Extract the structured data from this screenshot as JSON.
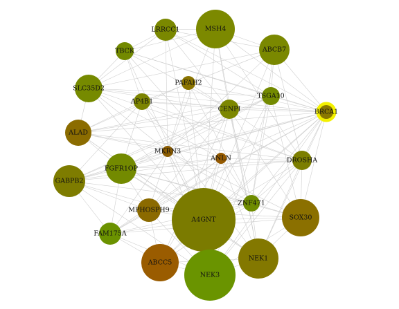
{
  "nodes": [
    {
      "id": "MSH4",
      "label": "MSH4",
      "color": "#7c8900"
    },
    {
      "id": "LRRCC1",
      "label": "LRRCC1",
      "color": "#7a8800"
    },
    {
      "id": "ABCB7",
      "label": "ABCB7",
      "color": "#7a8800"
    },
    {
      "id": "TBCK",
      "label": "TBCK",
      "color": "#738a00"
    },
    {
      "id": "PAFAH2",
      "label": "PAFAH2",
      "color": "#8a7400"
    },
    {
      "id": "SLC35D2",
      "label": "SLC35D2",
      "color": "#768a00"
    },
    {
      "id": "TSGA10",
      "label": "TSGA10",
      "color": "#738a00"
    },
    {
      "id": "AP4B1",
      "label": "AP4B1",
      "color": "#7c8400"
    },
    {
      "id": "CENPI",
      "label": "CENPI",
      "color": "#7c8700"
    },
    {
      "id": "BRCA1",
      "label": "BRCA1",
      "color": "#8a7800",
      "highlight": "#f3f000"
    },
    {
      "id": "ALAD",
      "label": "ALAD",
      "color": "#8b6c00"
    },
    {
      "id": "MKRN3",
      "label": "MKRN3",
      "color": "#8b5c00"
    },
    {
      "id": "ANLN",
      "label": "ANLN",
      "color": "#955a00"
    },
    {
      "id": "DROSHA",
      "label": "DROSHA",
      "color": "#7c7e00"
    },
    {
      "id": "FGFR1OP",
      "label": "FGFR1OP",
      "color": "#738a00"
    },
    {
      "id": "GABPB2",
      "label": "GABPB2",
      "color": "#7e7c00"
    },
    {
      "id": "ZNF471",
      "label": "ZNF471",
      "color": "#6f8c00"
    },
    {
      "id": "MPHOSPH9",
      "label": "MPHOSPH9",
      "color": "#8b6a00"
    },
    {
      "id": "A4GNT",
      "label": "A4GNT",
      "color": "#7b7b00"
    },
    {
      "id": "SOX30",
      "label": "SOX30",
      "color": "#8b7000"
    },
    {
      "id": "FAM175A",
      "label": "FAM175A",
      "color": "#6b9200"
    },
    {
      "id": "NEK1",
      "label": "NEK1",
      "color": "#837800"
    },
    {
      "id": "ABCC5",
      "label": "ABCC5",
      "color": "#9a5c00"
    },
    {
      "id": "NEK3",
      "label": "NEK3",
      "color": "#6a9400"
    }
  ],
  "edges": [
    [
      "BRCA1",
      "MSH4"
    ],
    [
      "BRCA1",
      "ABCB7"
    ],
    [
      "BRCA1",
      "TSGA10"
    ],
    [
      "BRCA1",
      "CENPI"
    ],
    [
      "BRCA1",
      "PAFAH2"
    ],
    [
      "BRCA1",
      "SLC35D2"
    ],
    [
      "BRCA1",
      "AP4B1"
    ],
    [
      "BRCA1",
      "ALAD"
    ],
    [
      "BRCA1",
      "MKRN3"
    ],
    [
      "BRCA1",
      "ANLN"
    ],
    [
      "BRCA1",
      "DROSHA"
    ],
    [
      "BRCA1",
      "FGFR1OP"
    ],
    [
      "BRCA1",
      "GABPB2"
    ],
    [
      "BRCA1",
      "ZNF471"
    ],
    [
      "BRCA1",
      "MPHOSPH9"
    ],
    [
      "BRCA1",
      "A4GNT"
    ],
    [
      "BRCA1",
      "SOX30"
    ],
    [
      "BRCA1",
      "NEK1"
    ],
    [
      "BRCA1",
      "ABCC5"
    ],
    [
      "BRCA1",
      "NEK3"
    ],
    [
      "BRCA1",
      "LRRCC1"
    ],
    [
      "BRCA1",
      "TBCK"
    ],
    [
      "BRCA1",
      "FAM175A"
    ],
    [
      "MSH4",
      "LRRCC1"
    ],
    [
      "MSH4",
      "ABCB7"
    ],
    [
      "MSH4",
      "CENPI"
    ],
    [
      "MSH4",
      "A4GNT"
    ],
    [
      "MSH4",
      "TBCK"
    ],
    [
      "MSH4",
      "SLC35D2"
    ],
    [
      "MSH4",
      "DROSHA"
    ],
    [
      "MSH4",
      "NEK1"
    ],
    [
      "MSH4",
      "MKRN3"
    ],
    [
      "LRRCC1",
      "TBCK"
    ],
    [
      "LRRCC1",
      "SLC35D2"
    ],
    [
      "LRRCC1",
      "CENPI"
    ],
    [
      "LRRCC1",
      "A4GNT"
    ],
    [
      "LRRCC1",
      "ABCB7"
    ],
    [
      "LRRCC1",
      "TSGA10"
    ],
    [
      "LRRCC1",
      "MKRN3"
    ],
    [
      "ABCB7",
      "TSGA10"
    ],
    [
      "ABCB7",
      "AP4B1"
    ],
    [
      "ABCB7",
      "A4GNT"
    ],
    [
      "ABCB7",
      "SLC35D2"
    ],
    [
      "ABCB7",
      "DROSHA"
    ],
    [
      "ABCB7",
      "ZNF471"
    ],
    [
      "ABCB7",
      "MKRN3"
    ],
    [
      "TBCK",
      "SLC35D2"
    ],
    [
      "TBCK",
      "CENPI"
    ],
    [
      "TBCK",
      "A4GNT"
    ],
    [
      "TBCK",
      "AP4B1"
    ],
    [
      "TBCK",
      "ANLN"
    ],
    [
      "TBCK",
      "TSGA10"
    ],
    [
      "SLC35D2",
      "TSGA10"
    ],
    [
      "SLC35D2",
      "CENPI"
    ],
    [
      "SLC35D2",
      "ALAD"
    ],
    [
      "SLC35D2",
      "A4GNT"
    ],
    [
      "SLC35D2",
      "DROSHA"
    ],
    [
      "SLC35D2",
      "ANLN"
    ],
    [
      "SLC35D2",
      "MKRN3"
    ],
    [
      "AP4B1",
      "CENPI"
    ],
    [
      "AP4B1",
      "A4GNT"
    ],
    [
      "AP4B1",
      "GABPB2"
    ],
    [
      "AP4B1",
      "FGFR1OP"
    ],
    [
      "AP4B1",
      "DROSHA"
    ],
    [
      "AP4B1",
      "ALAD"
    ],
    [
      "AP4B1",
      "NEK1"
    ],
    [
      "PAFAH2",
      "CENPI"
    ],
    [
      "PAFAH2",
      "MKRN3"
    ],
    [
      "PAFAH2",
      "A4GNT"
    ],
    [
      "PAFAH2",
      "ZNF471"
    ],
    [
      "PAFAH2",
      "ALAD"
    ],
    [
      "CENPI",
      "A4GNT"
    ],
    [
      "CENPI",
      "FGFR1OP"
    ],
    [
      "CENPI",
      "GABPB2"
    ],
    [
      "CENPI",
      "ALAD"
    ],
    [
      "CENPI",
      "SOX30"
    ],
    [
      "CENPI",
      "NEK1"
    ],
    [
      "CENPI",
      "ZNF471"
    ],
    [
      "CENPI",
      "MPHOSPH9"
    ],
    [
      "CENPI",
      "ABCC5"
    ],
    [
      "CENPI",
      "DROSHA"
    ],
    [
      "TSGA10",
      "A4GNT"
    ],
    [
      "TSGA10",
      "MKRN3"
    ],
    [
      "TSGA10",
      "ZNF471"
    ],
    [
      "TSGA10",
      "ALAD"
    ],
    [
      "TSGA10",
      "FGFR1OP"
    ],
    [
      "TSGA10",
      "NEK3"
    ],
    [
      "TSGA10",
      "SOX30"
    ],
    [
      "TSGA10",
      "GABPB2"
    ],
    [
      "ALAD",
      "MKRN3"
    ],
    [
      "ALAD",
      "ANLN"
    ],
    [
      "ALAD",
      "DROSHA"
    ],
    [
      "ALAD",
      "A4GNT"
    ],
    [
      "ALAD",
      "FGFR1OP"
    ],
    [
      "ALAD",
      "NEK1"
    ],
    [
      "MKRN3",
      "A4GNT"
    ],
    [
      "MKRN3",
      "FGFR1OP"
    ],
    [
      "MKRN3",
      "GABPB2"
    ],
    [
      "MKRN3",
      "ZNF471"
    ],
    [
      "MKRN3",
      "NEK3"
    ],
    [
      "MKRN3",
      "MPHOSPH9"
    ],
    [
      "MKRN3",
      "FAM175A"
    ],
    [
      "MKRN3",
      "SOX30"
    ],
    [
      "ANLN",
      "A4GNT"
    ],
    [
      "ANLN",
      "DROSHA"
    ],
    [
      "ANLN",
      "FGFR1OP"
    ],
    [
      "ANLN",
      "GABPB2"
    ],
    [
      "ANLN",
      "ZNF471"
    ],
    [
      "ANLN",
      "NEK1"
    ],
    [
      "ANLN",
      "MPHOSPH9"
    ],
    [
      "ANLN",
      "ABCC5"
    ],
    [
      "ANLN",
      "FAM175A"
    ],
    [
      "DROSHA",
      "A4GNT"
    ],
    [
      "DROSHA",
      "ZNF471"
    ],
    [
      "DROSHA",
      "SOX30"
    ],
    [
      "DROSHA",
      "NEK1"
    ],
    [
      "DROSHA",
      "FGFR1OP"
    ],
    [
      "DROSHA",
      "GABPB2"
    ],
    [
      "DROSHA",
      "NEK3"
    ],
    [
      "FGFR1OP",
      "A4GNT"
    ],
    [
      "FGFR1OP",
      "GABPB2"
    ],
    [
      "FGFR1OP",
      "MPHOSPH9"
    ],
    [
      "FGFR1OP",
      "ZNF471"
    ],
    [
      "FGFR1OP",
      "NEK1"
    ],
    [
      "FGFR1OP",
      "FAM175A"
    ],
    [
      "FGFR1OP",
      "SOX30"
    ],
    [
      "GABPB2",
      "A4GNT"
    ],
    [
      "GABPB2",
      "MPHOSPH9"
    ],
    [
      "GABPB2",
      "FAM175A"
    ],
    [
      "GABPB2",
      "ZNF471"
    ],
    [
      "GABPB2",
      "NEK3"
    ],
    [
      "ZNF471",
      "A4GNT"
    ],
    [
      "ZNF471",
      "SOX30"
    ],
    [
      "ZNF471",
      "NEK1"
    ],
    [
      "ZNF471",
      "MPHOSPH9"
    ],
    [
      "ZNF471",
      "ABCC5"
    ],
    [
      "ZNF471",
      "FAM175A"
    ],
    [
      "MPHOSPH9",
      "A4GNT"
    ],
    [
      "MPHOSPH9",
      "FAM175A"
    ],
    [
      "MPHOSPH9",
      "ABCC5"
    ],
    [
      "MPHOSPH9",
      "NEK3"
    ],
    [
      "MPHOSPH9",
      "SOX30"
    ],
    [
      "A4GNT",
      "SOX30"
    ],
    [
      "A4GNT",
      "FAM175A"
    ],
    [
      "A4GNT",
      "NEK1"
    ],
    [
      "A4GNT",
      "ABCC5"
    ],
    [
      "A4GNT",
      "NEK3"
    ],
    [
      "SOX30",
      "NEK1"
    ],
    [
      "SOX30",
      "NEK3"
    ],
    [
      "SOX30",
      "FAM175A"
    ],
    [
      "FAM175A",
      "ABCC5"
    ],
    [
      "FAM175A",
      "NEK3"
    ],
    [
      "NEK1",
      "NEK3"
    ],
    [
      "ABCC5",
      "NEK3"
    ],
    [
      "NEK1",
      "ABCC5"
    ]
  ]
}
